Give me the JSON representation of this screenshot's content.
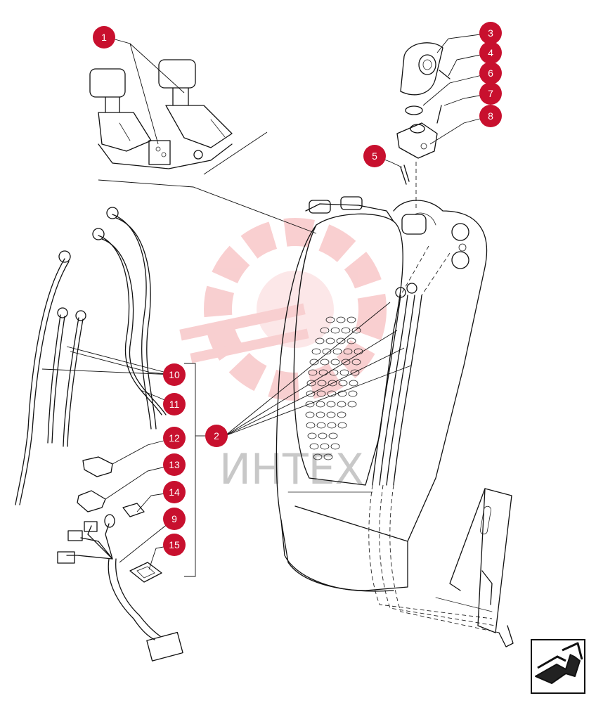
{
  "watermark": {
    "text": "ИНТЕХ",
    "color": "#c9c9c9",
    "logo_color": "#f4a8aa"
  },
  "callout_color": "#c8102e",
  "callouts": [
    {
      "label": "1"
    },
    {
      "label": "2"
    },
    {
      "label": "3"
    },
    {
      "label": "4"
    },
    {
      "label": "5"
    },
    {
      "label": "6"
    },
    {
      "label": "7"
    },
    {
      "label": "8"
    },
    {
      "label": "9"
    },
    {
      "label": "10"
    },
    {
      "label": "11"
    },
    {
      "label": "12"
    },
    {
      "label": "13"
    },
    {
      "label": "14"
    },
    {
      "label": "15"
    }
  ],
  "nav": {
    "icon": "arrow-icon"
  }
}
